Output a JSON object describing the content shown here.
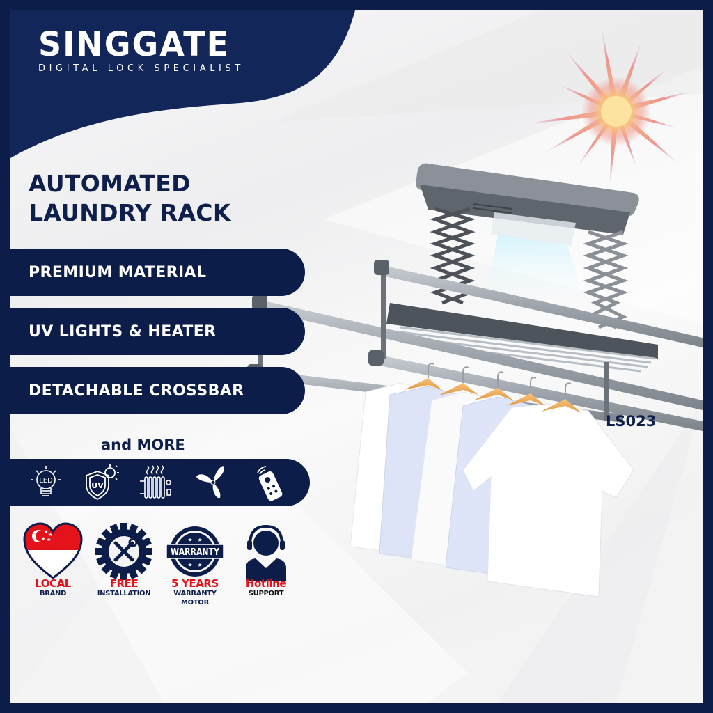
{
  "brand": {
    "name": "SINGGATE",
    "tagline": "DIGITAL LOCK SPECIALIST"
  },
  "headline": {
    "line1": "AUTOMATED",
    "line2": "LAUNDRY RACK"
  },
  "features": [
    {
      "label": "PREMIUM MATERIAL"
    },
    {
      "label": "UV LIGHTS & HEATER"
    },
    {
      "label": "DETACHABLE CROSSBAR"
    }
  ],
  "more_label": "and MORE",
  "feature_icons": [
    {
      "name": "led-bulb-icon",
      "text": "LED"
    },
    {
      "name": "uv-shield-icon",
      "text": "UV"
    },
    {
      "name": "heater-radiator-icon"
    },
    {
      "name": "fan-icon"
    },
    {
      "name": "remote-control-icon"
    }
  ],
  "badges": [
    {
      "name": "local-brand",
      "highlight": "LOCAL",
      "caption": "BRAND"
    },
    {
      "name": "free-installation",
      "highlight": "FREE",
      "caption": "INSTALLATION"
    },
    {
      "name": "warranty",
      "ribbon": "WARRANTY",
      "highlight": "5 YEARS",
      "caption": "WARRANTY MOTOR"
    },
    {
      "name": "hotline-support",
      "highlight": "Hotline",
      "caption": "SUPPORT"
    }
  ],
  "product": {
    "model": "LS023",
    "shirt_count": 5
  },
  "colors": {
    "navy": "#0b1d48",
    "header_navy": "#13265a",
    "accent_red": "#e3121b",
    "hanger_orange": "#f0a955"
  }
}
